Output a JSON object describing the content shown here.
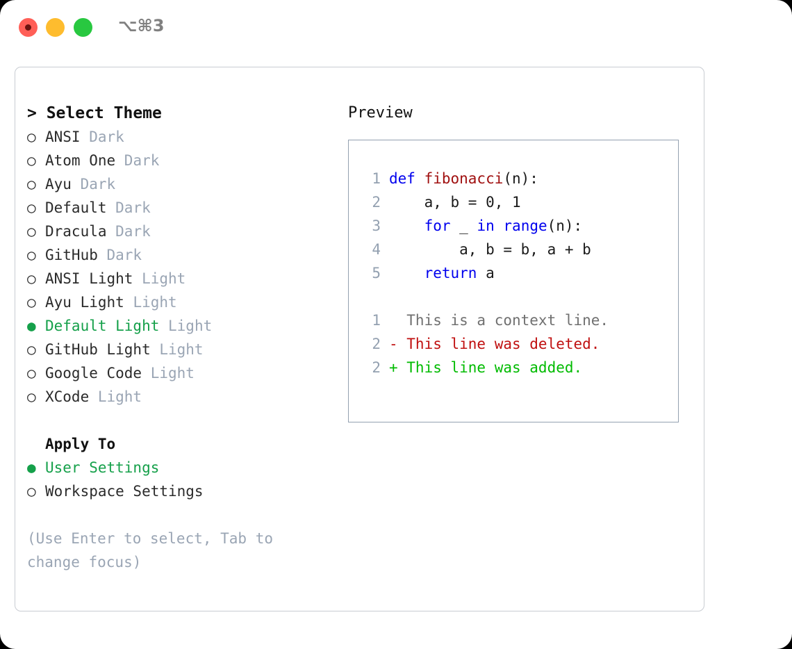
{
  "window": {
    "shortcut_label": "⌥⌘3",
    "traffic_lights": [
      "close-button",
      "minimize-button",
      "maximize-button"
    ]
  },
  "colors": {
    "selection_green": "#15a04a",
    "diff_add_green": "#00bb00",
    "diff_del_red": "#c01010",
    "keyword_blue": "#0000ee",
    "function_red": "#a01010",
    "muted_tag": "#9aa5b4",
    "panel_border": "#c8ccd2",
    "preview_border": "#93a0b0"
  },
  "theme_selector": {
    "title": "> Select Theme",
    "items": [
      {
        "bullet": "○",
        "label": "ANSI",
        "tag": " Dark",
        "selected": false
      },
      {
        "bullet": "○",
        "label": "Atom One",
        "tag": " Dark",
        "selected": false
      },
      {
        "bullet": "○",
        "label": "Ayu",
        "tag": " Dark",
        "selected": false
      },
      {
        "bullet": "○",
        "label": "Default",
        "tag": " Dark",
        "selected": false
      },
      {
        "bullet": "○",
        "label": "Dracula",
        "tag": " Dark",
        "selected": false
      },
      {
        "bullet": "○",
        "label": "GitHub",
        "tag": " Dark",
        "selected": false
      },
      {
        "bullet": "○",
        "label": "ANSI Light",
        "tag": " Light",
        "selected": false
      },
      {
        "bullet": "○",
        "label": "Ayu Light",
        "tag": " Light",
        "selected": false
      },
      {
        "bullet": "●",
        "label": "Default Light",
        "tag": " Light",
        "selected": true
      },
      {
        "bullet": "○",
        "label": "GitHub Light",
        "tag": " Light",
        "selected": false
      },
      {
        "bullet": "○",
        "label": "Google Code",
        "tag": " Light",
        "selected": false
      },
      {
        "bullet": "○",
        "label": "XCode",
        "tag": " Light",
        "selected": false
      }
    ]
  },
  "apply_to": {
    "title": "Apply To",
    "items": [
      {
        "bullet": "●",
        "label": "User Settings",
        "selected": true
      },
      {
        "bullet": "○",
        "label": "Workspace Settings",
        "selected": false
      }
    ]
  },
  "hint": "(Use Enter to select, Tab to change focus)",
  "preview": {
    "title": "Preview",
    "code_lines": [
      {
        "no": "1",
        "tokens": [
          {
            "t": "def ",
            "c": "kw"
          },
          {
            "t": "fibonacci",
            "c": "fn"
          },
          {
            "t": "(n):",
            "c": "pl"
          }
        ]
      },
      {
        "no": "2",
        "tokens": [
          {
            "t": "    a, b = 0, 1",
            "c": "pl"
          }
        ]
      },
      {
        "no": "3",
        "tokens": [
          {
            "t": "    ",
            "c": "pl"
          },
          {
            "t": "for",
            "c": "kw"
          },
          {
            "t": " _ ",
            "c": "pl"
          },
          {
            "t": "in",
            "c": "kw"
          },
          {
            "t": " ",
            "c": "pl"
          },
          {
            "t": "range",
            "c": "kw"
          },
          {
            "t": "(n):",
            "c": "pl"
          }
        ]
      },
      {
        "no": "4",
        "tokens": [
          {
            "t": "        a, b = b, a + b",
            "c": "pl"
          }
        ]
      },
      {
        "no": "5",
        "tokens": [
          {
            "t": "    ",
            "c": "pl"
          },
          {
            "t": "return",
            "c": "kw"
          },
          {
            "t": " a",
            "c": "pl"
          }
        ]
      }
    ],
    "diff_lines": [
      {
        "no": "1",
        "text": "  This is a context line.",
        "c": "ctx"
      },
      {
        "no": "2",
        "text": "- This line was deleted.",
        "c": "del"
      },
      {
        "no": "2",
        "text": "+ This line was added.",
        "c": "add"
      }
    ]
  }
}
